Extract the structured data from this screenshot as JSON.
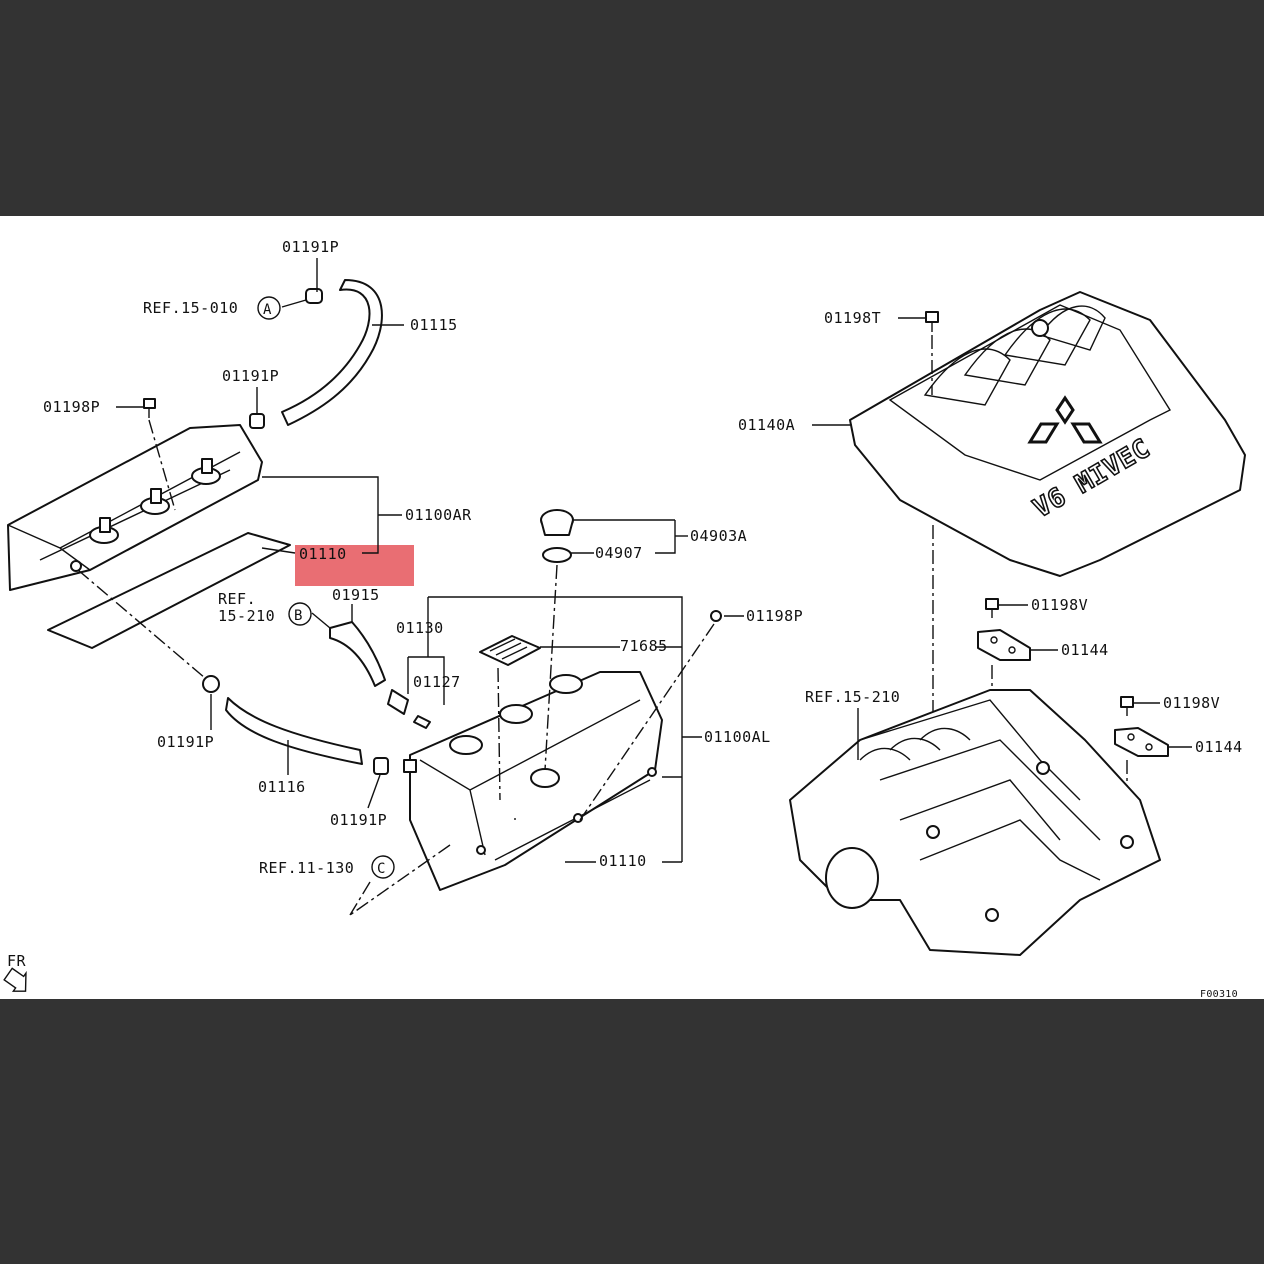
{
  "diagram": {
    "figure_code": "F00310",
    "highlighted_part": "01110",
    "orientation": "FR",
    "labels": {
      "p01191P_top": "01191P",
      "ref_15_010": "REF.15-010",
      "circle_a": "A",
      "p01115": "01115",
      "p01191P_mid": "01191P",
      "p01198P_left": "01198P",
      "p01100AR": "01100AR",
      "p01110_top": "01110",
      "ref_15_210_b_line1": "REF.",
      "ref_15_210_b_line2": "15-210",
      "circle_b": "B",
      "p01915": "01915",
      "p01130": "01130",
      "p01127": "01127",
      "p71685": "71685",
      "p01198P_right": "01198P",
      "p04903A": "04903A",
      "p04907": "04907",
      "p01191P_left": "01191P",
      "p01116": "01116",
      "p01191P_bottom": "01191P",
      "p01100AL": "01100AL",
      "p01110_bottom": "01110",
      "ref_11_130": "REF.11-130",
      "circle_c": "C",
      "p01198T": "01198T",
      "p01140A": "01140A",
      "p01198V_top": "01198V",
      "p01144_top": "01144",
      "ref_15_210": "REF.15-210",
      "p01198V_right": "01198V",
      "p01144_right": "01144",
      "cover_emblem_text": "V6 MIVEC"
    }
  }
}
